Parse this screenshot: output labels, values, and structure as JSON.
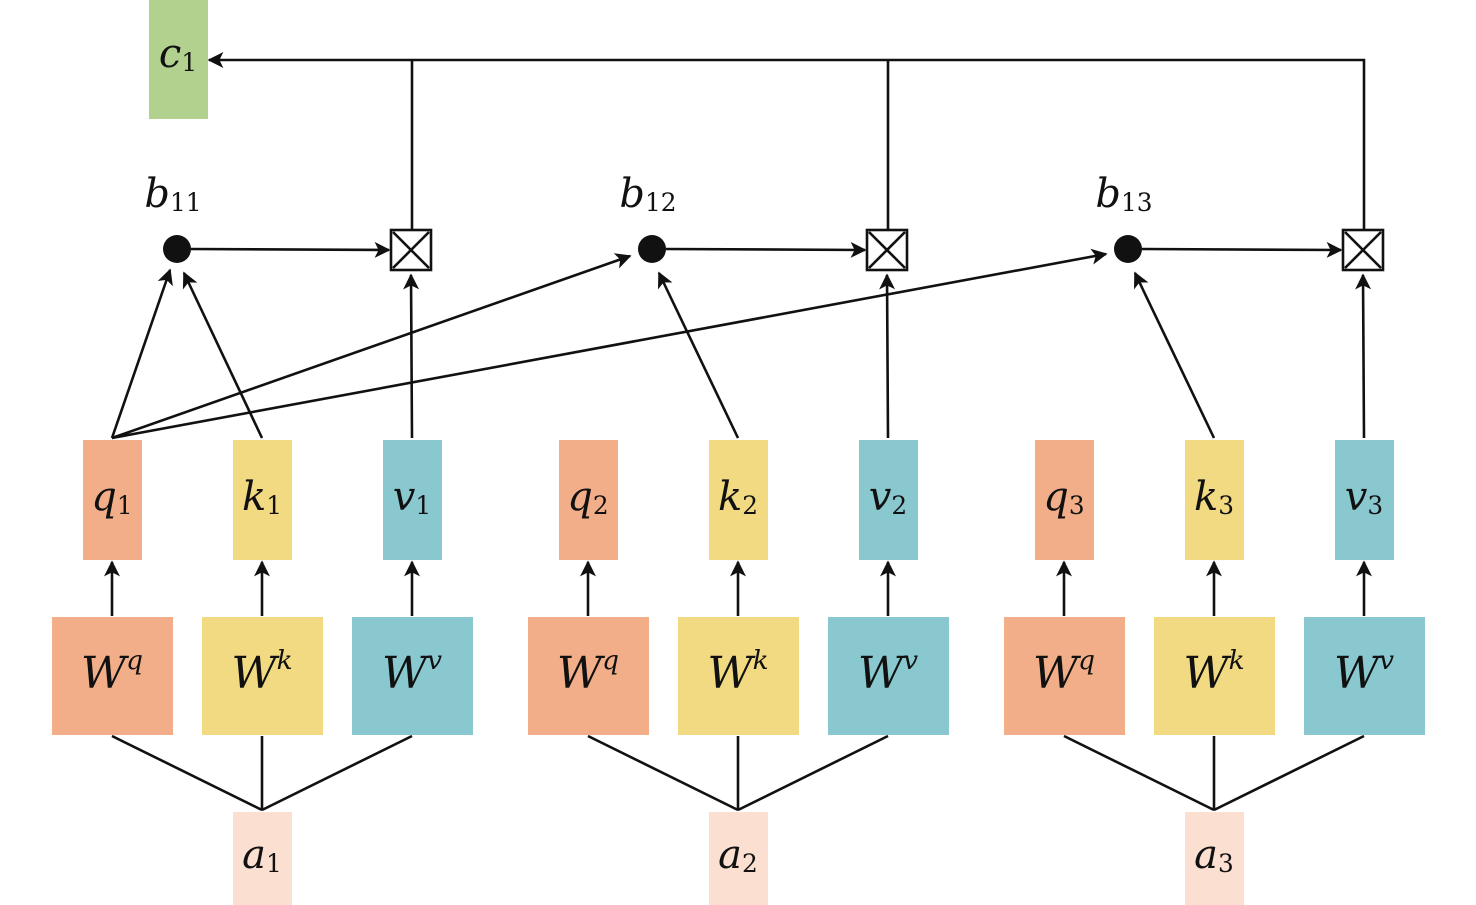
{
  "colors": {
    "query": "#F2AE88",
    "key": "#F2DA82",
    "value": "#8AC8D0",
    "input": "#FBDFD0",
    "output": "#B2D18F",
    "line": "#111111"
  },
  "output": {
    "base": "c",
    "sub": "1"
  },
  "groups": [
    {
      "input": {
        "base": "a",
        "sub": "1"
      },
      "weights": [
        {
          "base": "W",
          "sup": "q",
          "kind": "query"
        },
        {
          "base": "W",
          "sup": "k",
          "kind": "key"
        },
        {
          "base": "W",
          "sup": "v",
          "kind": "value"
        }
      ],
      "vectors": [
        {
          "base": "q",
          "sub": "1",
          "kind": "query"
        },
        {
          "base": "k",
          "sub": "1",
          "kind": "key"
        },
        {
          "base": "v",
          "sub": "1",
          "kind": "value"
        }
      ],
      "score": {
        "base": "b",
        "sub": "11"
      }
    },
    {
      "input": {
        "base": "a",
        "sub": "2"
      },
      "weights": [
        {
          "base": "W",
          "sup": "q",
          "kind": "query"
        },
        {
          "base": "W",
          "sup": "k",
          "kind": "key"
        },
        {
          "base": "W",
          "sup": "v",
          "kind": "value"
        }
      ],
      "vectors": [
        {
          "base": "q",
          "sub": "2",
          "kind": "query"
        },
        {
          "base": "k",
          "sub": "2",
          "kind": "key"
        },
        {
          "base": "v",
          "sub": "2",
          "kind": "value"
        }
      ],
      "score": {
        "base": "b",
        "sub": "12"
      }
    },
    {
      "input": {
        "base": "a",
        "sub": "3"
      },
      "weights": [
        {
          "base": "W",
          "sup": "q",
          "kind": "query"
        },
        {
          "base": "W",
          "sup": "k",
          "kind": "key"
        },
        {
          "base": "W",
          "sup": "v",
          "kind": "value"
        }
      ],
      "vectors": [
        {
          "base": "q",
          "sub": "3",
          "kind": "query"
        },
        {
          "base": "k",
          "sub": "3",
          "kind": "key"
        },
        {
          "base": "v",
          "sub": "3",
          "kind": "value"
        }
      ],
      "score": {
        "base": "b",
        "sub": "13"
      }
    }
  ]
}
